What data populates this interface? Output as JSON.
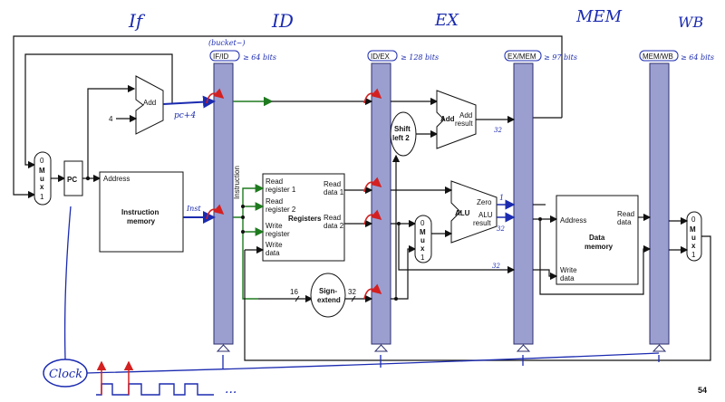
{
  "stages": {
    "if": "If",
    "id": "ID",
    "ex": "EX",
    "mem": "MEM",
    "wb": "WB"
  },
  "pipeline_registers": [
    {
      "id": "ifid",
      "label": "IF/ID",
      "width_note": "≥ 64 bits"
    },
    {
      "id": "idex",
      "label": "ID/EX",
      "width_note": "≥ 128 bits"
    },
    {
      "id": "exmem",
      "label": "EX/MEM",
      "width_note": "≥ 97 bits"
    },
    {
      "id": "memwb",
      "label": "MEM/WB",
      "width_note": "≥ 64 bits"
    }
  ],
  "bucket_note": "(bucket~)",
  "blocks": {
    "pc": "PC",
    "add": "Add",
    "four": "4",
    "mux_if": [
      "0",
      "M",
      "u",
      "x",
      "1"
    ],
    "instr_mem_addr": "Address",
    "instr_mem": [
      "Instruction",
      "memory"
    ],
    "instruction_bus": "Instruction",
    "reg_read1": [
      "Read",
      "register 1"
    ],
    "reg_read2": [
      "Read",
      "register 2"
    ],
    "reg_write_reg": [
      "Write",
      "register"
    ],
    "reg_write_data": [
      "Write",
      "data"
    ],
    "reg_title": "Registers",
    "reg_data1": [
      "Read",
      "data 1"
    ],
    "reg_data2": [
      "Read",
      "data 2"
    ],
    "shift": [
      "Shift",
      "left 2"
    ],
    "add_ex": "Add",
    "add_ex_result": [
      "Add",
      "result"
    ],
    "mux_ex": [
      "0",
      "M",
      "u",
      "x",
      "1"
    ],
    "alu": "ALU",
    "alu_zero": "Zero",
    "alu_result": [
      "ALU",
      "result"
    ],
    "sign": [
      "Sign-",
      "extend"
    ],
    "sign_in": "16",
    "sign_out": "32",
    "dm_addr": "Address",
    "dm_read": [
      "Read",
      "data"
    ],
    "dm_title": [
      "Data",
      "memory"
    ],
    "dm_write": [
      "Write",
      "data"
    ],
    "mux_wb": [
      "0",
      "M",
      "u",
      "x",
      "1"
    ]
  },
  "annotations": {
    "pc4": "pc+4",
    "inst": "Inst",
    "clock": "Clock",
    "dots": "...",
    "n32a": "32",
    "n32b": "32",
    "n32c": "32",
    "one": "1"
  },
  "page_number": "54",
  "colors": {
    "register_fill": "#9b9fd0",
    "register_stroke": "#2d2f6e",
    "ink": "#1b2bb0",
    "green": "#1e7a1e",
    "red": "#d42020"
  }
}
